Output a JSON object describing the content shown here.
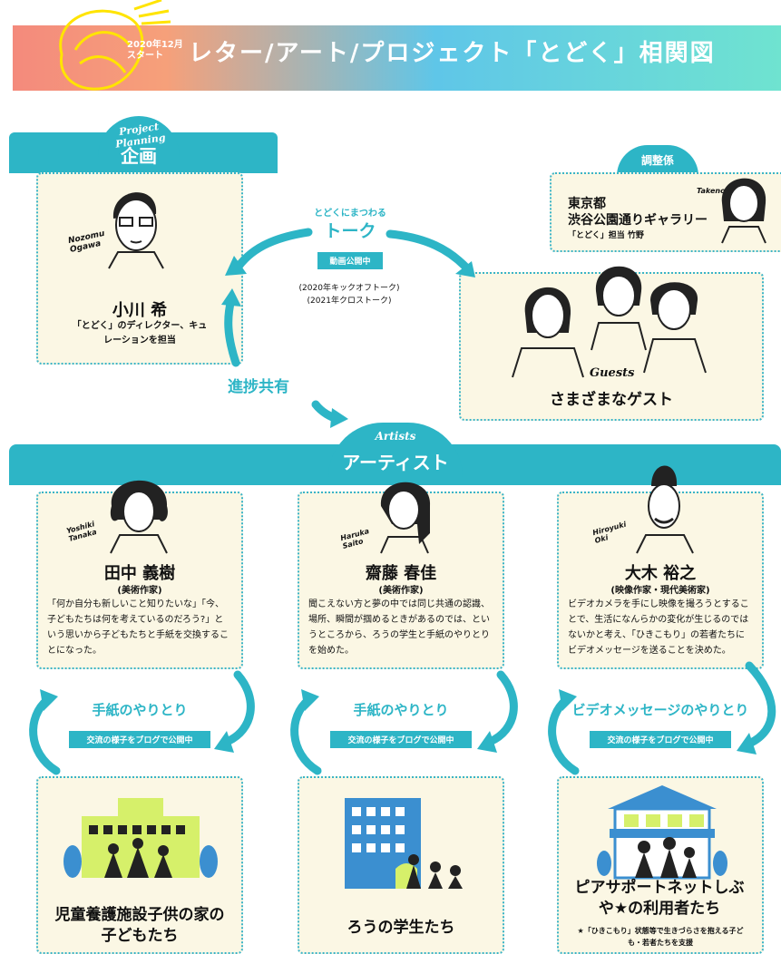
{
  "header": {
    "start_line1": "2020年12月",
    "start_line2": "スタート",
    "title": "レター/アート/プロジェクト「とどく」相関図"
  },
  "planning": {
    "script_label": "Project Planning",
    "title": "企画",
    "signature": "Nozomu Ogawa",
    "name": "小川 希",
    "description": "「とどく」のディレクター、キュレーションを担当"
  },
  "coordinator": {
    "label": "調整係",
    "org_line1": "東京都",
    "org_line2": "渋谷公園通りギャラリー",
    "sub": "「とどく」担当 竹野",
    "signature": "Takeno"
  },
  "talk": {
    "small": "とどくにまつわる",
    "title": "トーク",
    "pill": "動画公開中",
    "note1": "(2020年キックオフトーク)",
    "note2": "(2021年クロストーク)"
  },
  "guests": {
    "script_label": "Guests",
    "title": "さまざまなゲスト"
  },
  "progress": {
    "label": "進捗共有"
  },
  "artists_section": {
    "script_label": "Artists",
    "title": "アーティスト"
  },
  "artists": [
    {
      "signature": "Yoshiki Tanaka",
      "name": "田中 義樹",
      "role": "(美術作家)",
      "description": "「何か自分も新しいこと知りたいな」「今、子どもたちは何を考えているのだろう?」という思いから子どもたちと手紙を交換することになった。",
      "flow": "手紙のやりとり",
      "pill": "交流の様子をブログで公開中",
      "partner": "児童養護施設子供の家の子どもたち",
      "partner_note": ""
    },
    {
      "signature": "Haruka Saito",
      "name": "齋藤 春佳",
      "role": "(美術作家)",
      "description": "聞こえない方と夢の中では同じ共通の認識、場所、瞬間が掴めるときがあるのでは、というところから、ろうの学生と手紙のやりとりを始めた。",
      "flow": "手紙のやりとり",
      "pill": "交流の様子をブログで公開中",
      "partner": "ろうの学生たち",
      "partner_note": ""
    },
    {
      "signature": "Hiroyuki Oki",
      "name": "大木 裕之",
      "role": "(映像作家・現代美術家)",
      "description": "ビデオカメラを手にし映像を撮ろうとすることで、生活になんらかの変化が生じるのではないかと考え、「ひきこもり」の若者たちにビデオメッセージを送ることを決めた。",
      "flow": "ビデオメッセージのやりとり",
      "pill": "交流の様子をブログで公開中",
      "partner": "ピアサポートネットしぶや★の利用者たち",
      "partner_note": "★「ひきこもり」状態等で生きづらさを抱える子ども・若者たちを支援"
    }
  ],
  "colors": {
    "teal": "#2db5c6",
    "cream": "#fbf7e4",
    "lime": "#d6f06a",
    "blue": "#3b8fd0"
  }
}
